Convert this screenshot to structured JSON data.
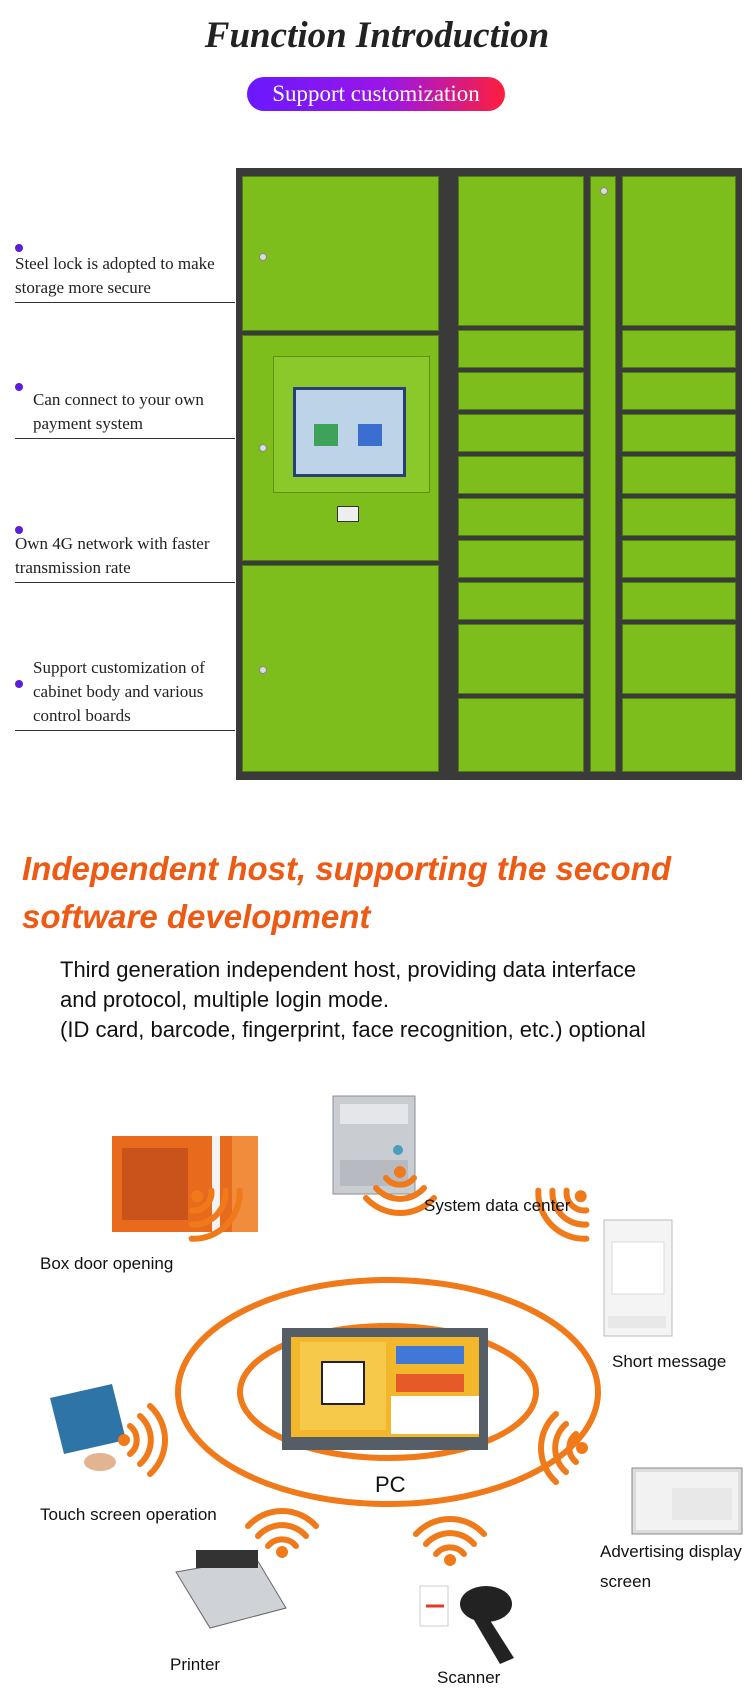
{
  "header": {
    "title": "Function Introduction",
    "badge": "Support customization"
  },
  "features": [
    {
      "text": "Steel lock is adopted to make storage more secure"
    },
    {
      "text": "Can connect to your own payment system"
    },
    {
      "text": "Own 4G network with faster transmission rate"
    },
    {
      "text": "Support customization of cabinet body and various control boards"
    }
  ],
  "host_section": {
    "heading_line1": "Independent host, supporting the second",
    "heading_line2": "software development",
    "para_line1": "Third generation independent host, providing data interface",
    "para_line2": "and protocol, multiple login mode.",
    "para_line3": "(ID card, barcode, fingerprint, face recognition, etc.) optional"
  },
  "diagram": {
    "center_label": "PC",
    "nodes": {
      "data_center": "System data center",
      "box_door": "Box door opening",
      "sms": "Short message",
      "touch": "Touch screen operation",
      "ad_screen_line1": "Advertising display",
      "ad_screen_line2": "screen",
      "printer": "Printer",
      "scanner": "Scanner"
    }
  },
  "colors": {
    "accent_orange": "#ee5a14",
    "locker_green": "#7ebe1c",
    "badge_start": "#6a18ff",
    "badge_end": "#ff1e3c",
    "bullet": "#5b1ed9"
  }
}
